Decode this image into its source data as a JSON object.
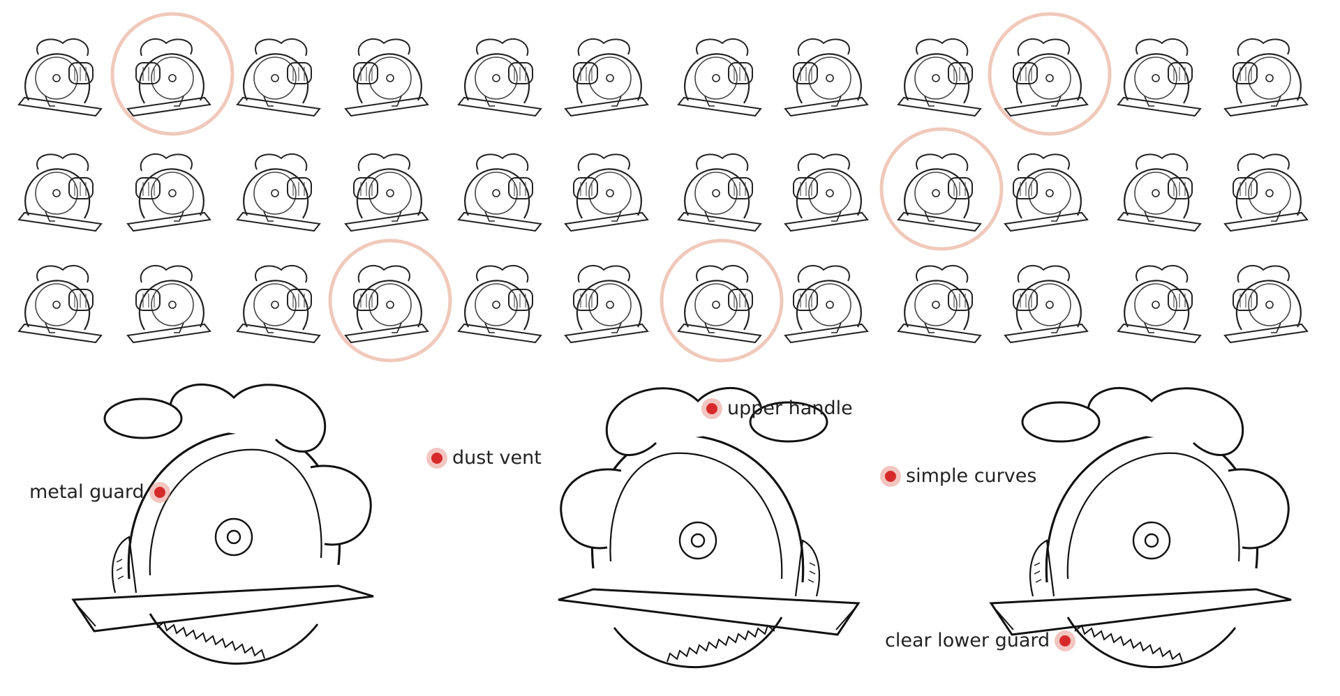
{
  "colors": {
    "ink": "#1a1a1a",
    "ink_light": "#7a7a7a",
    "highlight_ring": "#f0c9bb",
    "callout_dot": "#d62a2a",
    "callout_halo": "#eaa79e"
  },
  "thumbnails": {
    "rows": 3,
    "per_row": 12,
    "highlighted": [
      {
        "row": 0,
        "col": 1
      },
      {
        "row": 0,
        "col": 9
      },
      {
        "row": 1,
        "col": 8
      },
      {
        "row": 2,
        "col": 3
      },
      {
        "row": 2,
        "col": 6
      }
    ]
  },
  "callouts": [
    {
      "label": "metal guard"
    },
    {
      "label": "dust vent"
    },
    {
      "label": "upper handle"
    },
    {
      "label": "simple curves"
    },
    {
      "label": "clear lower guard"
    }
  ]
}
